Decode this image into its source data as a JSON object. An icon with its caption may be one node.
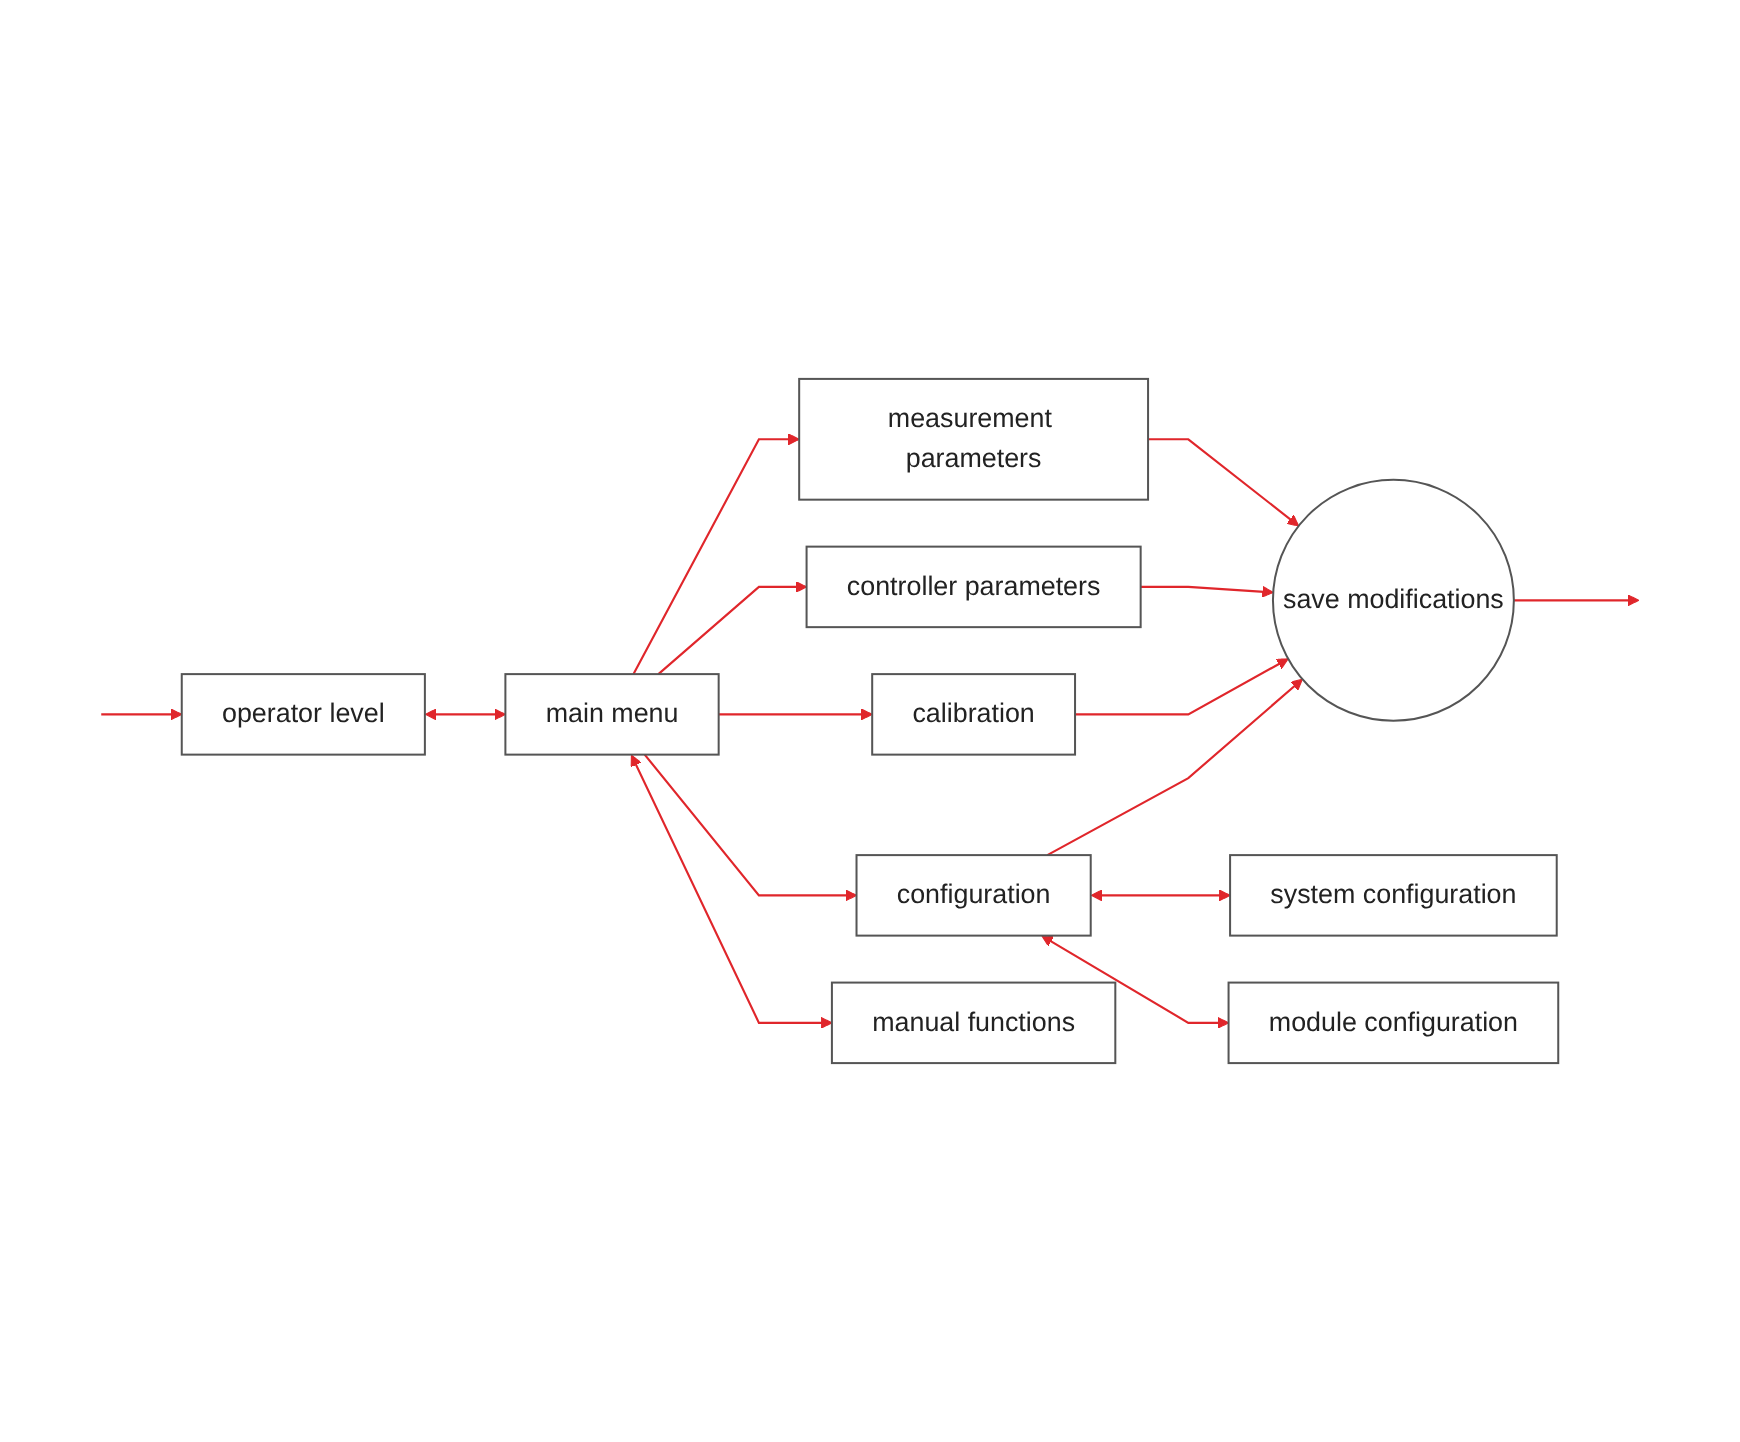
{
  "diagram": {
    "nodes": [
      {
        "text": [
          "operator level"
        ]
      },
      {
        "text": [
          "measurement parameters"
        ]
      },
      {
        "text": [
          "controller parameters"
        ]
      },
      {
        "text": [
          "main menu"
        ]
      },
      {
        "text": [
          "save modifications"
        ]
      },
      {
        "text": [
          "calibration"
        ]
      },
      {
        "text": [
          "configuration"
        ]
      },
      {
        "text": [
          "system configuration"
        ]
      },
      {
        "text": [
          "module configuration"
        ]
      },
      {
        "text": [
          "manual functions"
        ]
      }
    ],
    "edges": [
      {
        "from": 0,
        "to": 3,
        "arrow": "both"
      },
      {
        "from": 3,
        "to": 1,
        "arrow": "to"
      },
      {
        "from": 3,
        "to": 2,
        "arrow": "to"
      },
      {
        "from": 3,
        "to": 5,
        "arrow": "to"
      },
      {
        "from": 3,
        "to": 6,
        "arrow": "to"
      },
      {
        "from": 1,
        "to": 4,
        "arrow": "to"
      },
      {
        "from": 2,
        "to": 4,
        "arrow": "to"
      },
      {
        "from": 5,
        "to": 4,
        "arrow": "to"
      },
      {
        "from": 6,
        "to": 4,
        "arrow": "to"
      },
      {
        "from": 4,
        "to": null,
        "arrow": "to"
      },
      {
        "from": null,
        "to": 0,
        "arrow": "to"
      },
      {
        "from": 6,
        "to": 7,
        "arrow": "both"
      },
      {
        "from": 6,
        "to": 8,
        "arrow": "both"
      },
      {
        "from": 3,
        "to": 9,
        "arrow": "both"
      }
    ]
  }
}
